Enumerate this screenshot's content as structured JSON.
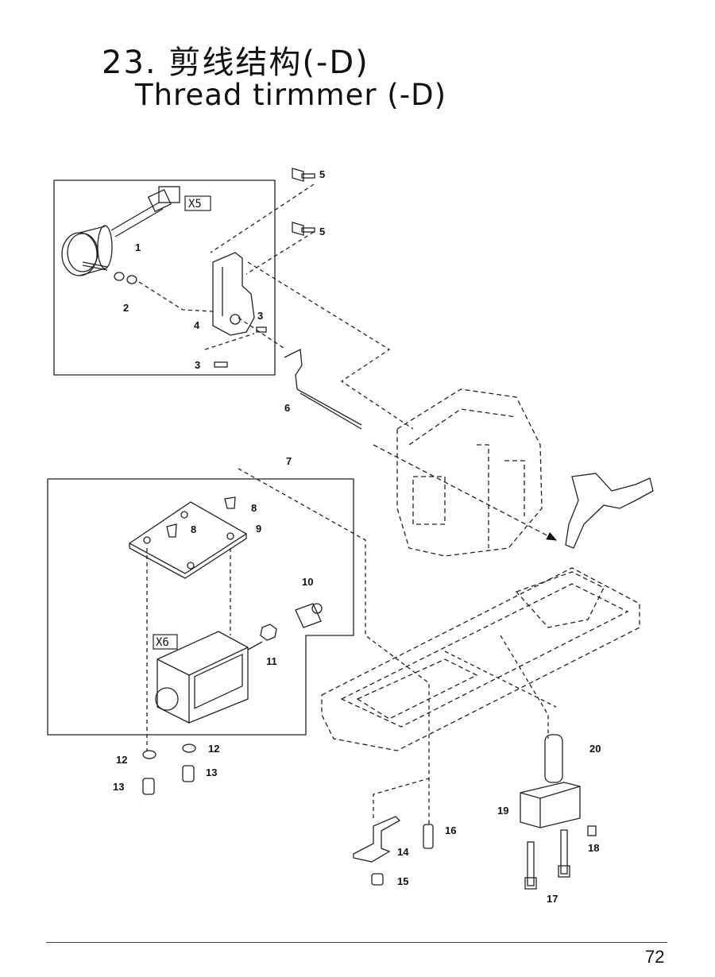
{
  "title": {
    "cn": "23. 剪线结构(-D)",
    "en": "Thread tirmmer (-D)"
  },
  "connectors": [
    "X5",
    "X6"
  ],
  "callouts": [
    "1",
    "2",
    "3",
    "3",
    "4",
    "5",
    "5",
    "6",
    "7",
    "8",
    "8",
    "9",
    "10",
    "11",
    "12",
    "12",
    "13",
    "13",
    "14",
    "15",
    "16",
    "17",
    "18",
    "19",
    "20"
  ],
  "page_number": "72"
}
